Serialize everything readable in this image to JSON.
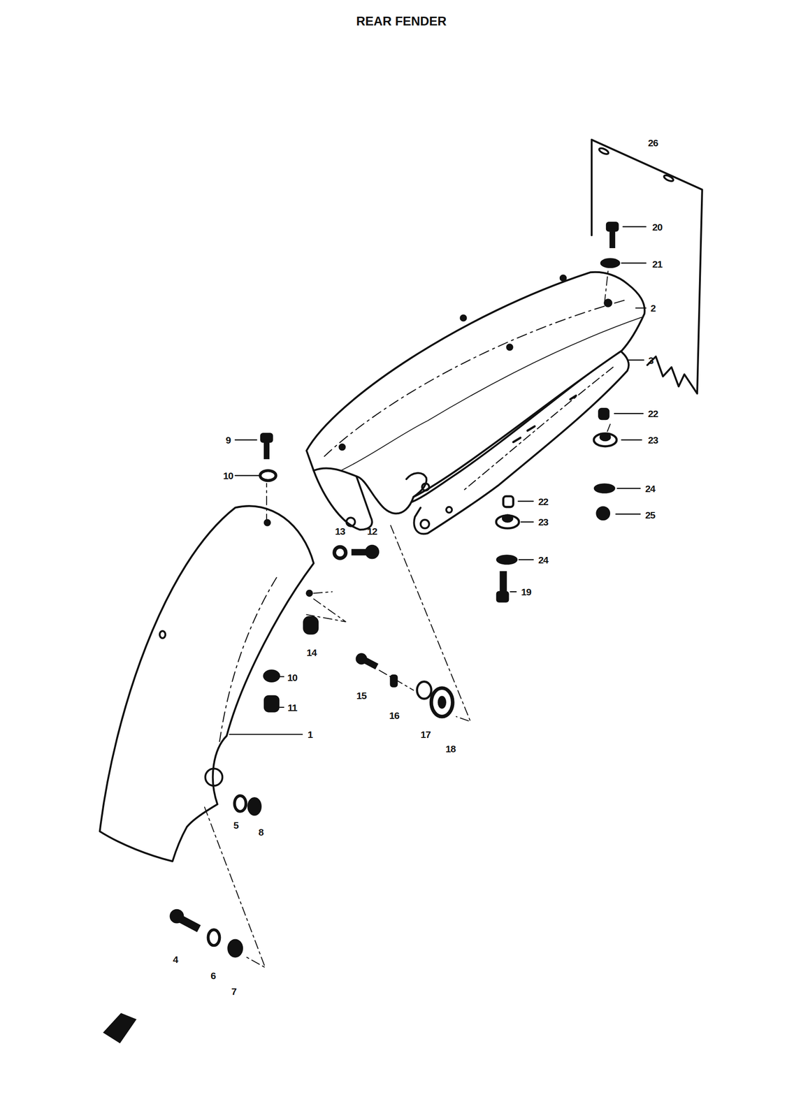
{
  "diagram": {
    "title": "REAR FENDER",
    "labels": [
      "26",
      "20",
      "21",
      "2",
      "3",
      "22",
      "9",
      "23",
      "10",
      "24",
      "22",
      "25",
      "23",
      "13",
      "12",
      "24",
      "19",
      "14",
      "10",
      "15",
      "11",
      "16",
      "1",
      "17",
      "18",
      "5",
      "8",
      "4",
      "6",
      "7"
    ]
  }
}
